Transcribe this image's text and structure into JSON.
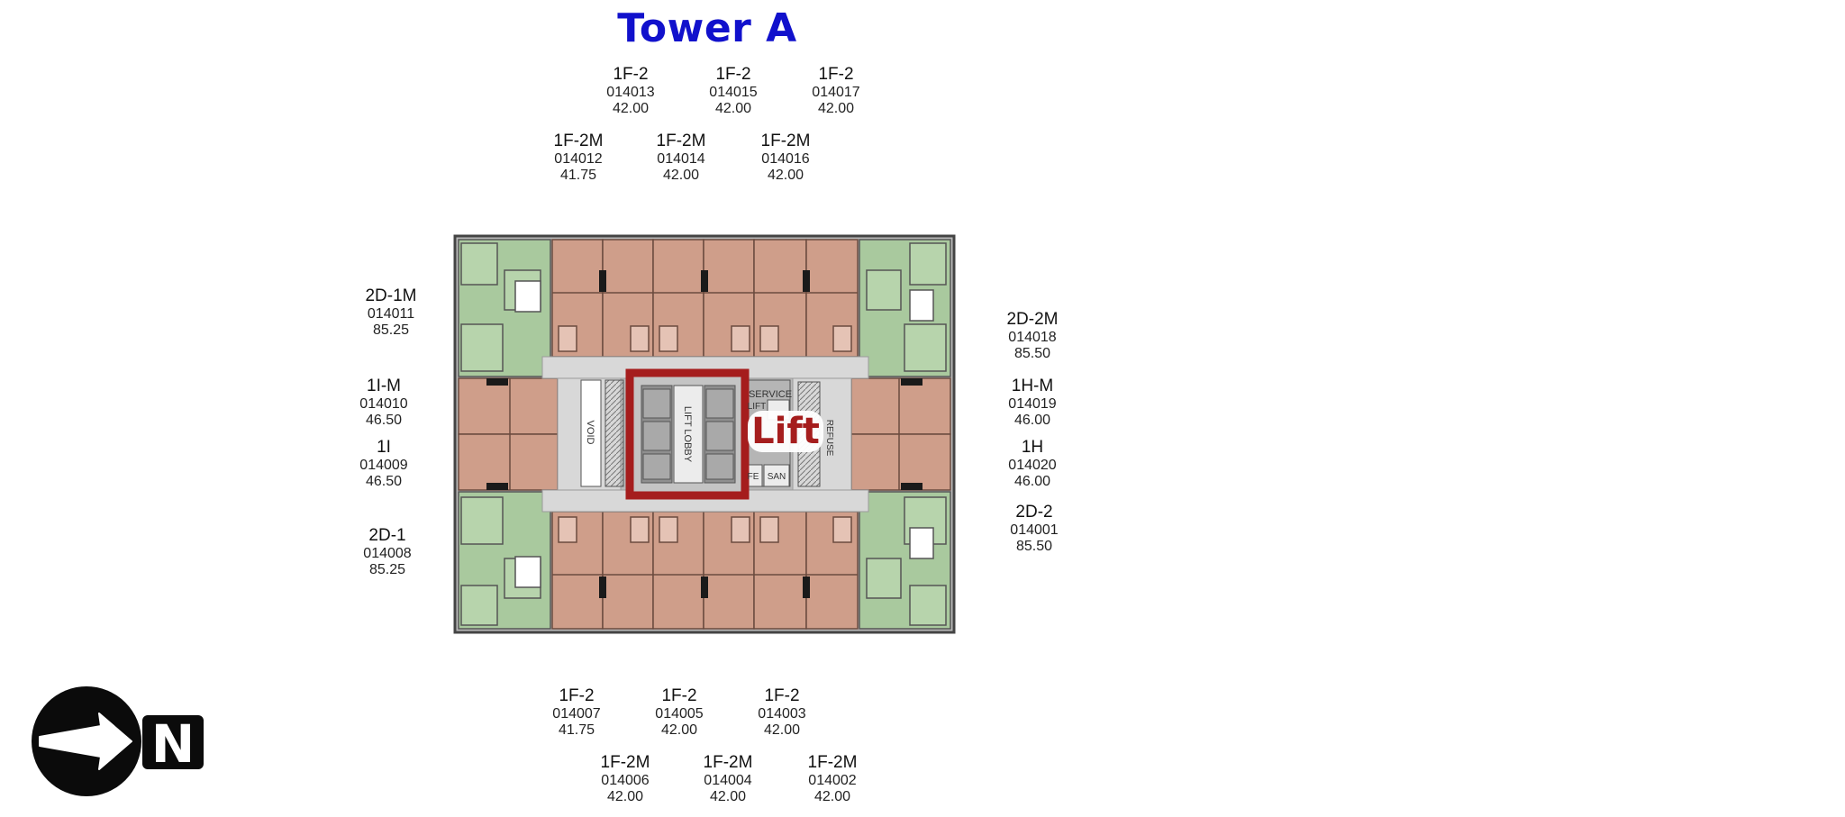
{
  "title": "Tower A",
  "units": {
    "u014013": {
      "type": "1F-2",
      "code": "014013",
      "area": "42.00"
    },
    "u014015": {
      "type": "1F-2",
      "code": "014015",
      "area": "42.00"
    },
    "u014017": {
      "type": "1F-2",
      "code": "014017",
      "area": "42.00"
    },
    "u014012": {
      "type": "1F-2M",
      "code": "014012",
      "area": "41.75"
    },
    "u014014": {
      "type": "1F-2M",
      "code": "014014",
      "area": "42.00"
    },
    "u014016": {
      "type": "1F-2M",
      "code": "014016",
      "area": "42.00"
    },
    "u014011": {
      "type": "2D-1M",
      "code": "014011",
      "area": "85.25"
    },
    "u014010": {
      "type": "1I-M",
      "code": "014010",
      "area": "46.50"
    },
    "u014009": {
      "type": "1I",
      "code": "014009",
      "area": "46.50"
    },
    "u014008": {
      "type": "2D-1",
      "code": "014008",
      "area": "85.25"
    },
    "u014018": {
      "type": "2D-2M",
      "code": "014018",
      "area": "85.50"
    },
    "u014019": {
      "type": "1H-M",
      "code": "014019",
      "area": "46.00"
    },
    "u014020": {
      "type": "1H",
      "code": "014020",
      "area": "46.00"
    },
    "u014001": {
      "type": "2D-2",
      "code": "014001",
      "area": "85.50"
    },
    "u014007": {
      "type": "1F-2",
      "code": "014007",
      "area": "41.75"
    },
    "u014005": {
      "type": "1F-2",
      "code": "014005",
      "area": "42.00"
    },
    "u014003": {
      "type": "1F-2",
      "code": "014003",
      "area": "42.00"
    },
    "u014006": {
      "type": "1F-2M",
      "code": "014006",
      "area": "42.00"
    },
    "u014004": {
      "type": "1F-2M",
      "code": "014004",
      "area": "42.00"
    },
    "u014002": {
      "type": "1F-2M",
      "code": "014002",
      "area": "42.00"
    }
  },
  "plan_labels": {
    "void": "VOID",
    "lift_lobby": "LIFT LOBBY",
    "service": "SERVICE",
    "service_lift": "LIFT",
    "refuse": "REFUSE",
    "fe": "FE",
    "san": "SAN",
    "lift_callout": "Lift"
  },
  "compass": {
    "label": "N",
    "icon": "north-arrow-icon"
  },
  "colors": {
    "title": "#1111cc",
    "two_bed_units": "#a9c99e",
    "one_bed_units": "#cf9e8a",
    "lift_highlight": "#a51d1d",
    "corridor": "#d8d8d8"
  }
}
